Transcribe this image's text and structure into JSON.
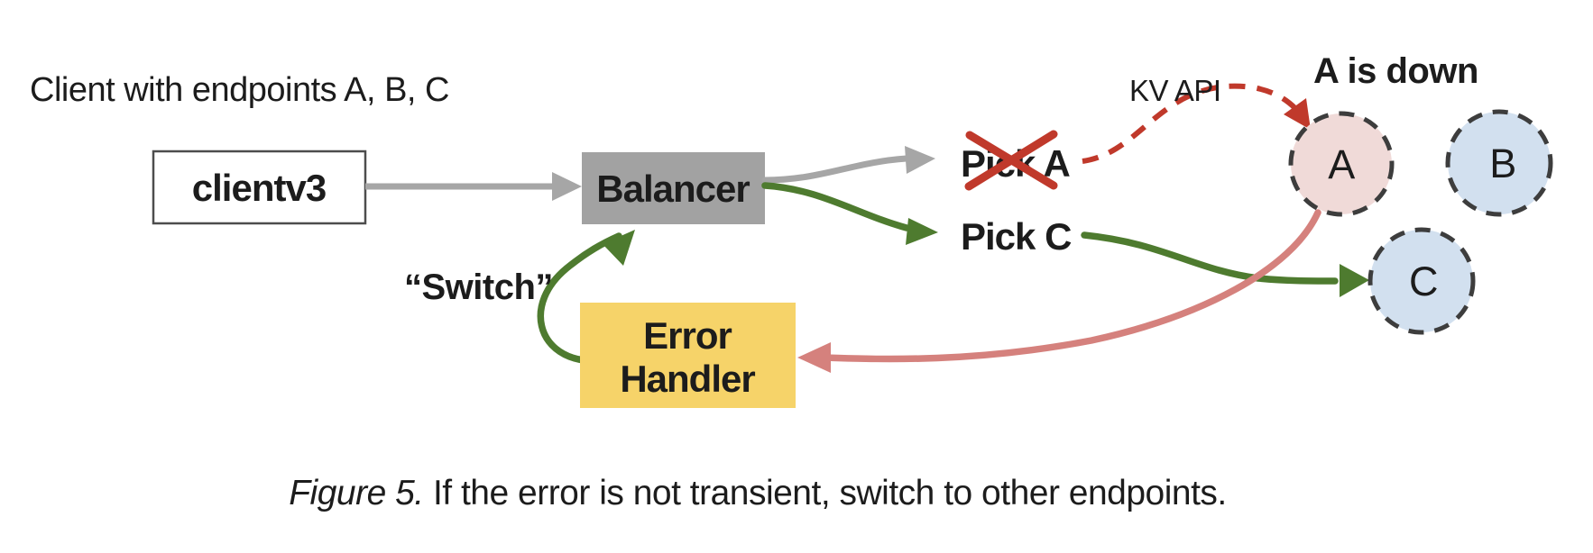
{
  "colors": {
    "gray_node": "#a2a2a2",
    "gray_arrow": "#a6a6a6",
    "gray_text": "#a8a8a8",
    "box_border": "#4d4d4d",
    "green": "#4e7b2f",
    "red": "#c0392b",
    "salmon": "#d5817d",
    "salmon_text": "#cc615d",
    "yellow": "#f6d369",
    "pink_fill": "#f0dad8",
    "blue_fill": "#d2e0ef",
    "circle_border": "#3d3d3d",
    "text": "#1c1c1c",
    "white": "#ffffff"
  },
  "note": "Client with endpoints A, B, C",
  "nodes": {
    "client": "clientv3",
    "balancer": "Balancer",
    "error_handler": {
      "line1": "Error",
      "line2": "Handler"
    },
    "endpoints": {
      "a": "A",
      "b": "B",
      "c": "C"
    }
  },
  "labels": {
    "pick_a": "Pick A",
    "pick_c": "Pick C",
    "kv_api": "KV API",
    "a_is_down": "A is down",
    "switch": "“Switch”"
  },
  "caption": {
    "prefix": "Figure 5.",
    "rest": " If the error is not transient, switch to other endpoints."
  }
}
